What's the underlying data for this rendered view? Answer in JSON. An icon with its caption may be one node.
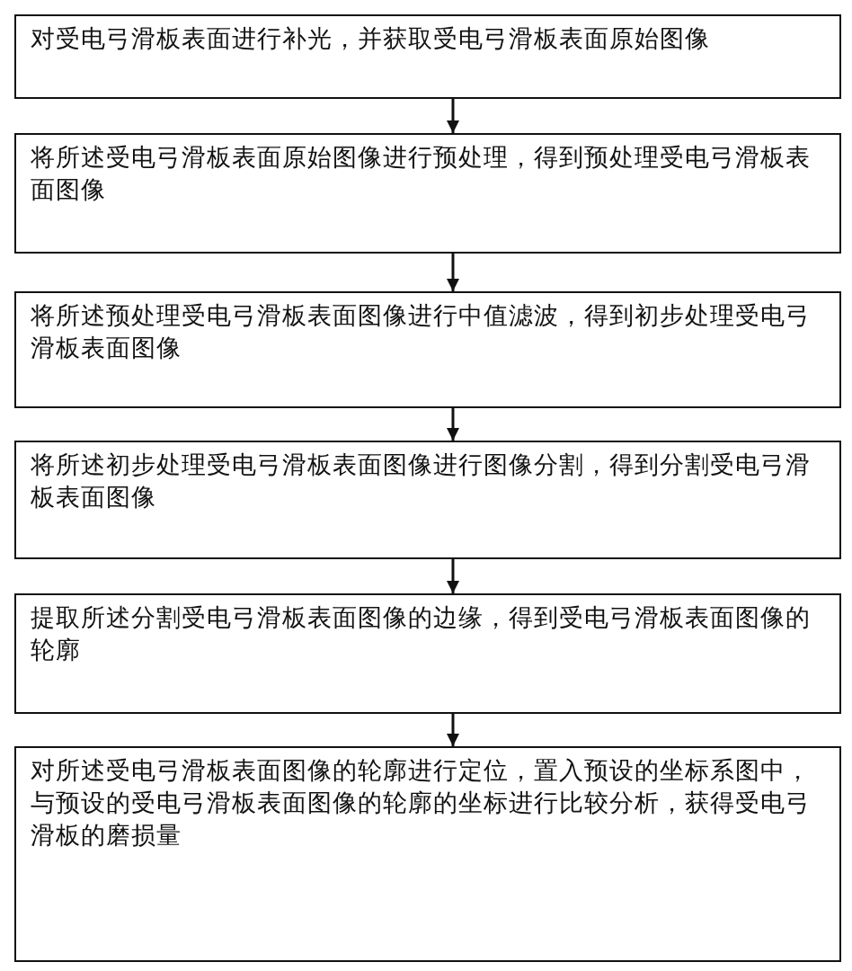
{
  "diagram": {
    "nodes": [
      {
        "text": [
          "对受电弓滑板表面进行补光，并获取受电弓滑板表面原始图像"
        ]
      },
      {
        "text": [
          "将所述受电弓滑板表面原始图像进行预处理，得到预处理受电弓滑板表面图像"
        ]
      },
      {
        "text": [
          "将所述预处理受电弓滑板表面图像进行中值滤波，得到初步处理受电弓滑板表面图像"
        ]
      },
      {
        "text": [
          "将所述初步处理受电弓滑板表面图像进行图像分割，得到分割受电弓滑板表面图像"
        ]
      },
      {
        "text": [
          "提取所述分割受电弓滑板表面图像的边缘，得到受电弓滑板表面图像的轮廓"
        ]
      },
      {
        "text": [
          "对所述受电弓滑板表面图像的轮廓进行定位，置入预设的坐标系图中，与预设的受电弓滑板表面图像的轮廓的坐标进行比较分析，获得受电弓滑板的磨损量"
        ]
      }
    ],
    "edges": [
      {
        "from": 0,
        "to": 1,
        "arrow": "to"
      },
      {
        "from": 1,
        "to": 2,
        "arrow": "to"
      },
      {
        "from": 2,
        "to": 3,
        "arrow": "to"
      },
      {
        "from": 3,
        "to": 4,
        "arrow": "to"
      },
      {
        "from": 4,
        "to": 5,
        "arrow": "to"
      }
    ]
  }
}
